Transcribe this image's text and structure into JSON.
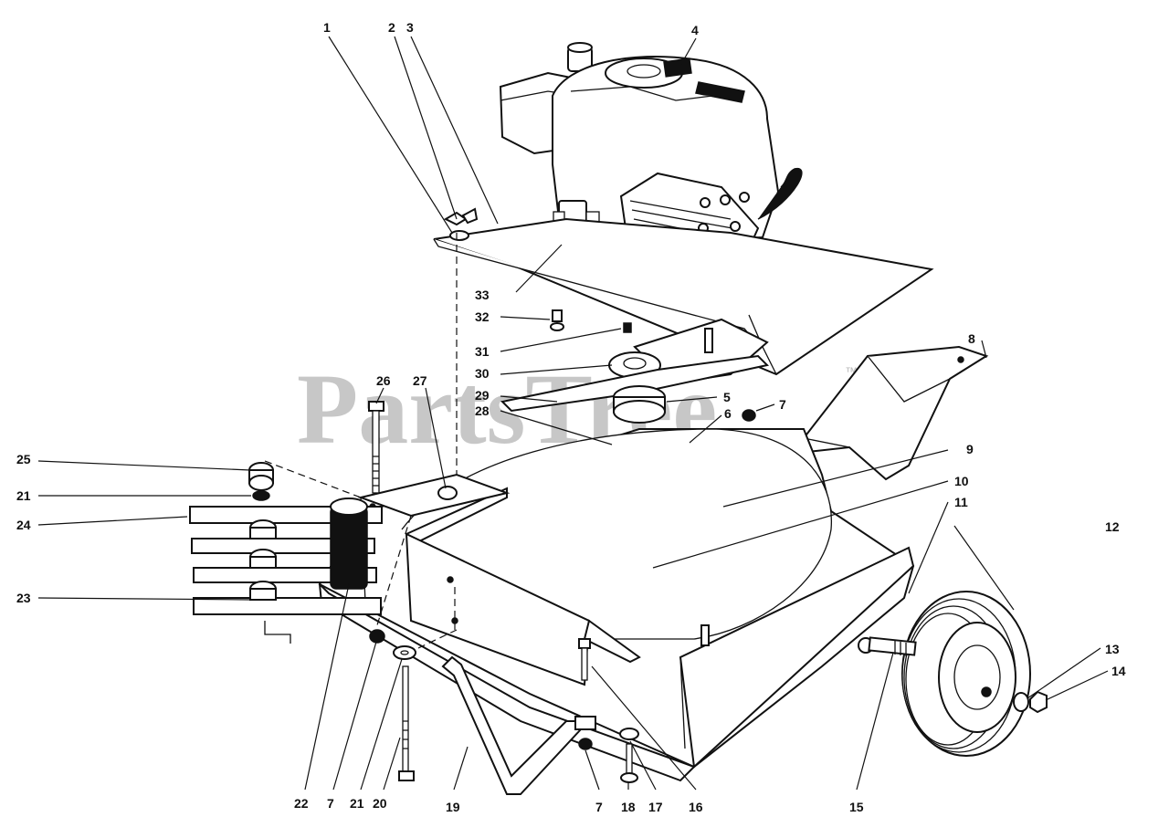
{
  "watermark": {
    "text": "PartsTree",
    "trademark": "™"
  },
  "callouts": [
    {
      "id": "c1",
      "text": "1"
    },
    {
      "id": "c2",
      "text": "2"
    },
    {
      "id": "c3",
      "text": "3"
    },
    {
      "id": "c4",
      "text": "4"
    },
    {
      "id": "c5",
      "text": "5"
    },
    {
      "id": "c6",
      "text": "6"
    },
    {
      "id": "c7a",
      "text": "7"
    },
    {
      "id": "c8",
      "text": "8"
    },
    {
      "id": "c9",
      "text": "9"
    },
    {
      "id": "c10",
      "text": "10"
    },
    {
      "id": "c11",
      "text": "11"
    },
    {
      "id": "c12",
      "text": "12"
    },
    {
      "id": "c13",
      "text": "13"
    },
    {
      "id": "c14",
      "text": "14"
    },
    {
      "id": "c15",
      "text": "15"
    },
    {
      "id": "c16",
      "text": "16"
    },
    {
      "id": "c17",
      "text": "17"
    },
    {
      "id": "c18",
      "text": "18"
    },
    {
      "id": "c7b",
      "text": "7"
    },
    {
      "id": "c19",
      "text": "19"
    },
    {
      "id": "c20",
      "text": "20"
    },
    {
      "id": "c21b",
      "text": "21"
    },
    {
      "id": "c7c",
      "text": "7"
    },
    {
      "id": "c22",
      "text": "22"
    },
    {
      "id": "c23",
      "text": "23"
    },
    {
      "id": "c24",
      "text": "24"
    },
    {
      "id": "c21a",
      "text": "21"
    },
    {
      "id": "c25",
      "text": "25"
    },
    {
      "id": "c26",
      "text": "26"
    },
    {
      "id": "c27",
      "text": "27"
    },
    {
      "id": "c28",
      "text": "28"
    },
    {
      "id": "c29",
      "text": "29"
    },
    {
      "id": "c30",
      "text": "30"
    },
    {
      "id": "c31",
      "text": "31"
    },
    {
      "id": "c32",
      "text": "32"
    },
    {
      "id": "c33",
      "text": "33"
    }
  ]
}
